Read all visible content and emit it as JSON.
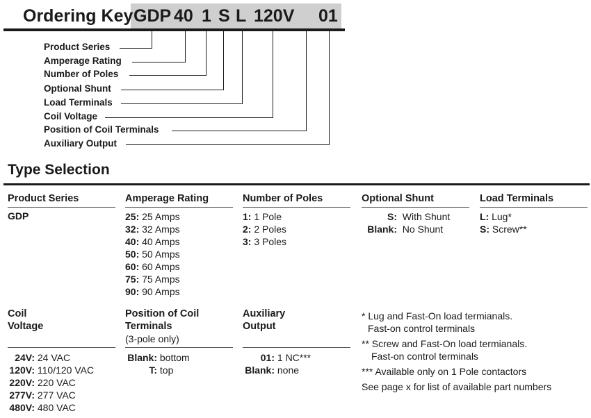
{
  "ordering_key": {
    "title": "Ordering Key",
    "codes": [
      "GDP",
      "40",
      "1",
      "S",
      "L",
      "120V",
      "01"
    ],
    "labels": [
      "Product Series",
      "Amperage Rating",
      "Number of Poles",
      "Optional Shunt",
      "Load Terminals",
      "Coil Voltage",
      "Position of Coil Terminals",
      "Auxiliary Output"
    ]
  },
  "type_selection": {
    "title": "Type Selection",
    "product_series": {
      "header": "Product Series",
      "values": [
        "GDP"
      ]
    },
    "amperage_rating": {
      "header": "Amperage Rating",
      "items": [
        {
          "code": "25:",
          "desc": "25 Amps"
        },
        {
          "code": "32:",
          "desc": "32 Amps"
        },
        {
          "code": "40:",
          "desc": "40 Amps"
        },
        {
          "code": "50:",
          "desc": "50 Amps"
        },
        {
          "code": "60:",
          "desc": "60 Amps"
        },
        {
          "code": "75:",
          "desc": "75 Amps"
        },
        {
          "code": "90:",
          "desc": "90 Amps"
        }
      ]
    },
    "number_of_poles": {
      "header": "Number of Poles",
      "items": [
        {
          "code": "1:",
          "desc": "1 Pole"
        },
        {
          "code": "2:",
          "desc": "2 Poles"
        },
        {
          "code": "3:",
          "desc": "3 Poles"
        }
      ]
    },
    "optional_shunt": {
      "header": "Optional Shunt",
      "items": [
        {
          "code": "S:",
          "desc": "With Shunt"
        },
        {
          "code": "Blank:",
          "desc": "No Shunt"
        }
      ]
    },
    "load_terminals": {
      "header": "Load Terminals",
      "items": [
        {
          "code": "L:",
          "desc": "Lug*"
        },
        {
          "code": "S:",
          "desc": "Screw**"
        }
      ]
    },
    "coil_voltage": {
      "header_line1": "Coil",
      "header_line2": "Voltage",
      "items": [
        {
          "code": "24V:",
          "desc": "24 VAC"
        },
        {
          "code": "120V:",
          "desc": "110/120 VAC"
        },
        {
          "code": "220V:",
          "desc": "220 VAC"
        },
        {
          "code": "277V:",
          "desc": "277 VAC"
        },
        {
          "code": "480V:",
          "desc": "480 VAC"
        }
      ]
    },
    "coil_terminals": {
      "header_line1": "Position of Coil",
      "header_line2": "Terminals",
      "subnote": "(3-pole only)",
      "items": [
        {
          "code": "Blank:",
          "desc": "bottom"
        },
        {
          "code": "T:",
          "desc": "top"
        }
      ]
    },
    "auxiliary_output": {
      "header_line1": "Auxiliary",
      "header_line2": "Output",
      "items": [
        {
          "code": "01:",
          "desc": "1 NC***"
        },
        {
          "code": "Blank:",
          "desc": "none"
        }
      ]
    },
    "notes": [
      "* Lug and Fast-On load termianals.",
      "Fast-on control terminals",
      "** Screw and Fast-On load termianals.",
      "Fast-on control terminals",
      "*** Available only on 1 Pole contactors",
      "See page x for list of available part numbers"
    ]
  }
}
